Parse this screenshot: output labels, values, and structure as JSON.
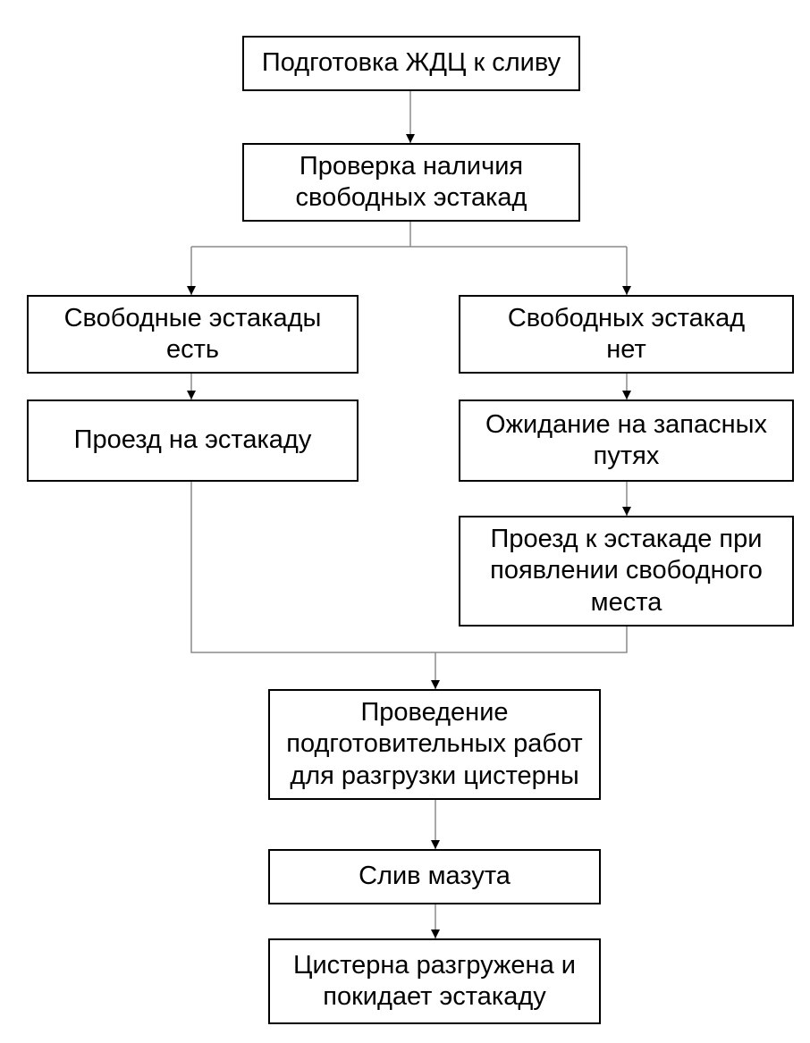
{
  "diagram": {
    "type": "flowchart",
    "colors": {
      "box_border": "#000000",
      "connector": "#8a8a8a",
      "arrowhead": "#000000",
      "text": "#000000",
      "background": "#ffffff"
    },
    "nodes": {
      "prepare": {
        "lines": [
          "Подготовка ЖДЦ к сливу"
        ]
      },
      "check": {
        "lines": [
          "Проверка наличия",
          "свободных эстакад"
        ]
      },
      "free_yes": {
        "lines": [
          "Свободные эстакады",
          "есть"
        ]
      },
      "free_no": {
        "lines": [
          "Свободных эстакад",
          "нет"
        ]
      },
      "drive_to": {
        "lines": [
          "Проезд на эстакаду"
        ]
      },
      "wait": {
        "lines": [
          "Ожидание на запасных",
          "путях"
        ]
      },
      "drive_when_free": {
        "lines": [
          "Проезд к эстакаде при",
          "появлении свободного",
          "места"
        ]
      },
      "preparatory_work": {
        "lines": [
          "Проведение",
          "подготовительных работ",
          "для разгрузки цистерны"
        ]
      },
      "drain": {
        "lines": [
          "Слив мазута"
        ]
      },
      "unloaded": {
        "lines": [
          "Цистерна разгружена и",
          "покидает эстакаду"
        ]
      }
    },
    "edges": [
      {
        "from": "prepare",
        "to": "check"
      },
      {
        "from": "check",
        "to": "free_yes"
      },
      {
        "from": "check",
        "to": "free_no"
      },
      {
        "from": "free_yes",
        "to": "drive_to"
      },
      {
        "from": "free_no",
        "to": "wait"
      },
      {
        "from": "wait",
        "to": "drive_when_free"
      },
      {
        "from": "drive_to",
        "to": "preparatory_work"
      },
      {
        "from": "drive_when_free",
        "to": "preparatory_work"
      },
      {
        "from": "preparatory_work",
        "to": "drain"
      },
      {
        "from": "drain",
        "to": "unloaded"
      }
    ]
  }
}
